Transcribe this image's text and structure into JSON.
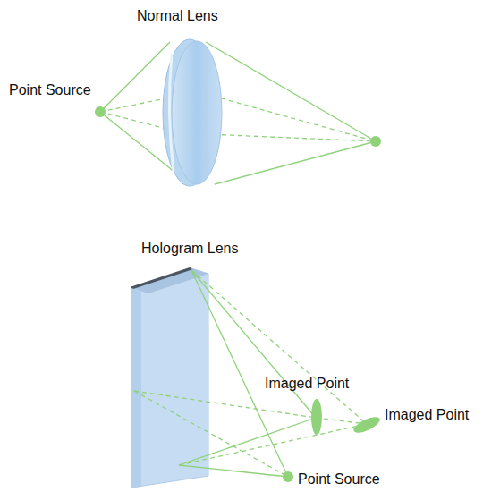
{
  "diagram": {
    "labels": [
      "Normal Lens",
      "Point Source",
      "Hologram Lens",
      "Imaged Point",
      "Imaged Point",
      "Point Source"
    ]
  }
}
